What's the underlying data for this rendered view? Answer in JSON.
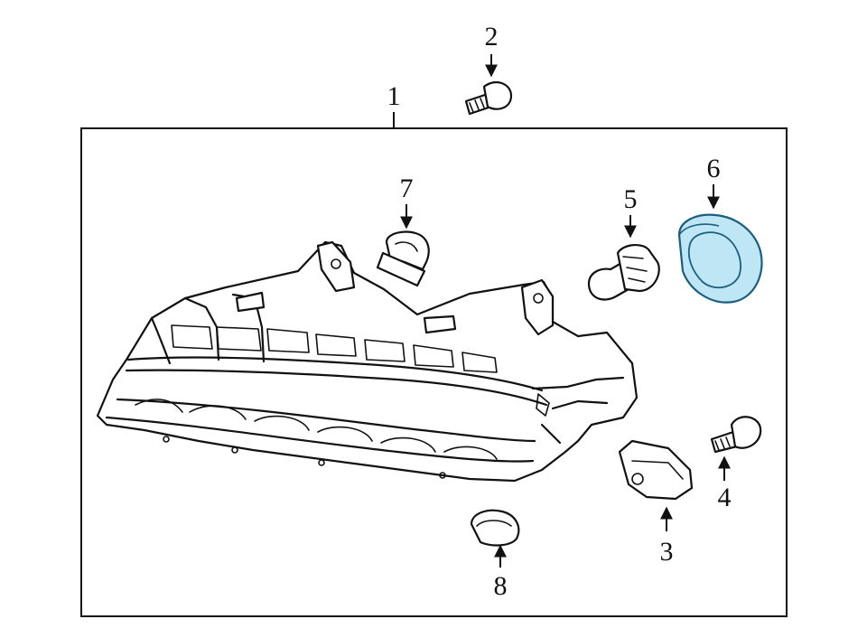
{
  "callouts": {
    "c1": "1",
    "c2": "2",
    "c3": "3",
    "c4": "4",
    "c5": "5",
    "c6": "6",
    "c7": "7",
    "c8": "8"
  },
  "colors": {
    "line": "#111111",
    "highlight_fill": "#bfe6f5",
    "highlight_stroke": "#1a5f7f",
    "background": "#ffffff"
  },
  "highlighted_part": "6"
}
